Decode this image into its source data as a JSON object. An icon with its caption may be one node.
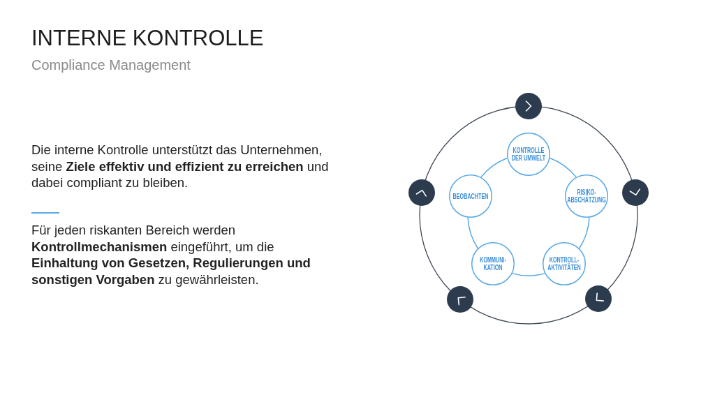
{
  "diagram": {
    "title": "INTERNE KONTROLLE",
    "nodes": [
      {
        "text": [
          "KONTROLLE DER UMWELT"
        ]
      },
      {
        "text": [
          "RISIKO-ABSCHÄTZUNG"
        ]
      },
      {
        "text": [
          "KONTROLL-AKTIVITÄTEN"
        ]
      },
      {
        "text": [
          "KOMMUNI-KATION"
        ]
      },
      {
        "text": [
          "BEOBACHTEN"
        ]
      }
    ],
    "edges": [
      {
        "from": 0,
        "to": 1,
        "arrow": "none"
      },
      {
        "from": 1,
        "to": 2,
        "arrow": "none"
      },
      {
        "from": 2,
        "to": 3,
        "arrow": "none"
      },
      {
        "from": 3,
        "to": 4,
        "arrow": "none"
      },
      {
        "from": 4,
        "to": 0,
        "arrow": "none"
      }
    ],
    "labels": [
      "Compliance Management",
      "Die interne Kontrolle unterstützt das Unternehmen, seine **Ziele effektiv und effizient zu erreichen** und dabei compliant zu bleiben.",
      "Für jeden riskanten Bereich werden **Kontrollmechanismen** eingeführt, um die **Einhaltung von Gesetzen, Regulierungen und sonstigen Vorgaben** zu gewährleisten."
    ]
  }
}
